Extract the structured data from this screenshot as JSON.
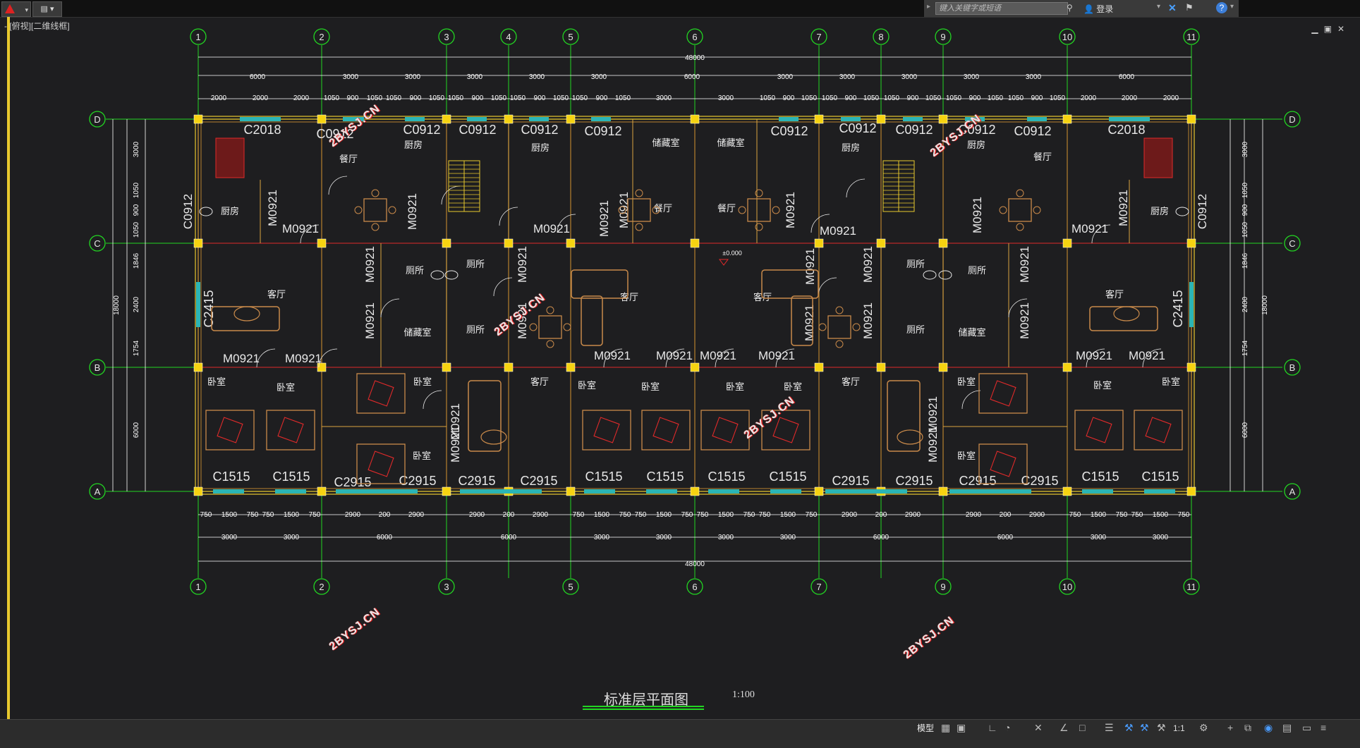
{
  "toolbar": {
    "search_placeholder": "键入关键字或短语",
    "login_label": "登录",
    "viewport_label": "-][俯视][二维线框]"
  },
  "drawing": {
    "title": "标准层平面图",
    "scale": "1:100",
    "total_dim": "48000",
    "total_dim_side": "18000",
    "elevation": "±0.000",
    "watermark": "2BYSJ.CN",
    "axis_labels_top": [
      "1",
      "2",
      "3",
      "4",
      "5",
      "6",
      "7",
      "8",
      "9",
      "10",
      "11"
    ],
    "axis_labels_bottom": [
      "1",
      "2",
      "3",
      "5",
      "6",
      "7",
      "9",
      "10",
      "11"
    ],
    "axis_labels_side": [
      "D",
      "C",
      "B",
      "A"
    ],
    "top_dims_row1": [
      "6000",
      "3000",
      "3000",
      "3000",
      "3000",
      "3000",
      "6000",
      "3000",
      "3000",
      "3000",
      "3000",
      "3000",
      "6000"
    ],
    "top_dims_row2": [
      "2000",
      "2000",
      "2000",
      "1050",
      "900",
      "1050",
      "1050",
      "900",
      "1050",
      "1050",
      "900",
      "1050",
      "1050",
      "900",
      "1050",
      "1050",
      "900",
      "1050",
      "3000",
      "3000",
      "1050",
      "900",
      "1050",
      "1050",
      "900",
      "1050",
      "1050",
      "900",
      "1050",
      "1050",
      "900",
      "1050",
      "1050",
      "900",
      "1050",
      "2000",
      "2000",
      "2000"
    ],
    "bottom_dims_row1": [
      "750",
      "1500",
      "750",
      "750",
      "1500",
      "750",
      "2900",
      "200",
      "2900",
      "2900",
      "200",
      "2900",
      "750",
      "1500",
      "750",
      "750",
      "1500",
      "750",
      "750",
      "1500",
      "750",
      "750",
      "1500",
      "750",
      "2900",
      "200",
      "2900",
      "2900",
      "200",
      "2900",
      "750",
      "1500",
      "750",
      "750",
      "1500",
      "750"
    ],
    "bottom_dims_row2": [
      "3000",
      "3000",
      "6000",
      "6000",
      "3000",
      "3000",
      "3000",
      "3000",
      "6000",
      "6000",
      "3000",
      "3000"
    ],
    "side_dims_left": [
      "3000",
      "1050",
      "900",
      "1050",
      "1846",
      "2400",
      "1754",
      "6000"
    ],
    "rooms": {
      "kitchen": "厨房",
      "dining": "餐厅",
      "living": "客厅",
      "bedroom": "卧室",
      "toilet": "厕所",
      "storage": "储藏室"
    },
    "windows": [
      "C2018",
      "C0912",
      "C2415",
      "C1515",
      "C2915"
    ],
    "doors": [
      "M0921"
    ]
  },
  "statusbar": {
    "model_label": "模型",
    "ratio_label": "1:1"
  },
  "colors": {
    "background": "#1e1e20",
    "axis": "#22d622",
    "wall": "#e8c92e",
    "column": "#f6d311",
    "dimension": "#ffffff",
    "window": "#2bb5b5",
    "furniture": "#c98a4a",
    "redline": "#e02a2a"
  }
}
